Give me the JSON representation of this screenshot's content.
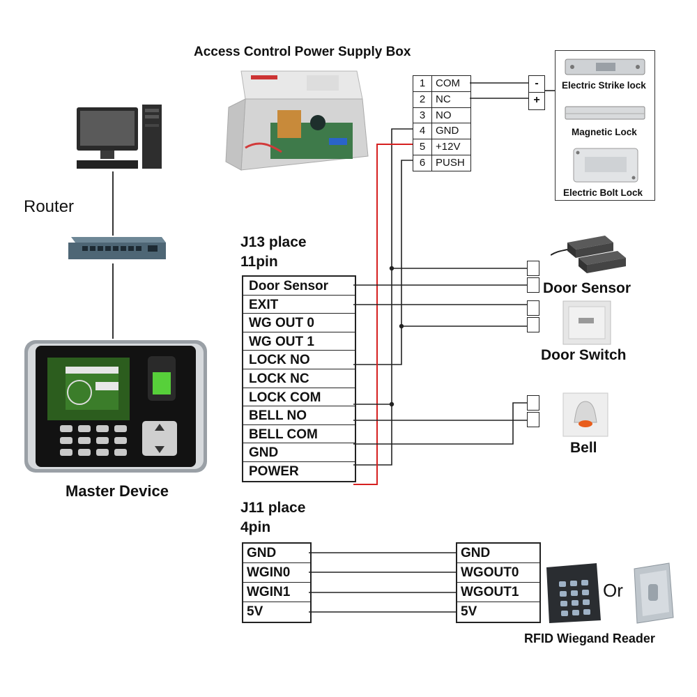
{
  "power_box": {
    "title": "Access Control Power Supply Box"
  },
  "computer": {
    "label": "Router"
  },
  "master": {
    "label": "Master Device"
  },
  "j13": {
    "place": "J13 place",
    "pins": "11pin",
    "rows": [
      "Door Sensor",
      "EXIT",
      "WG OUT 0",
      "WG OUT 1",
      "LOCK NO",
      "LOCK NC",
      "LOCK COM",
      "BELL NO",
      "BELL COM",
      "GND",
      "POWER"
    ]
  },
  "terminal": {
    "rows": [
      {
        "num": "1",
        "name": "COM"
      },
      {
        "num": "2",
        "name": "NC"
      },
      {
        "num": "3",
        "name": "NO"
      },
      {
        "num": "4",
        "name": "GND"
      },
      {
        "num": "5",
        "name": "+12V"
      },
      {
        "num": "6",
        "name": "PUSH"
      }
    ],
    "minus": "-",
    "plus": "+"
  },
  "locks": {
    "strike": "Electric Strike lock",
    "magnetic": "Magnetic Lock",
    "bolt": "Electric Bolt Lock"
  },
  "devices": {
    "door_sensor": "Door Sensor",
    "door_switch": "Door Switch",
    "bell": "Bell"
  },
  "j11": {
    "place": "J11 place",
    "pins": "4pin",
    "left": [
      "GND",
      "WGIN0",
      "WGIN1",
      "5V"
    ],
    "right": [
      "GND",
      "WGOUT0",
      "WGOUT1",
      "5V"
    ]
  },
  "reader": {
    "or": "Or",
    "label": "RFID Wiegand Reader"
  },
  "colors": {
    "wire": "#222222",
    "power_wire": "#d62020"
  }
}
